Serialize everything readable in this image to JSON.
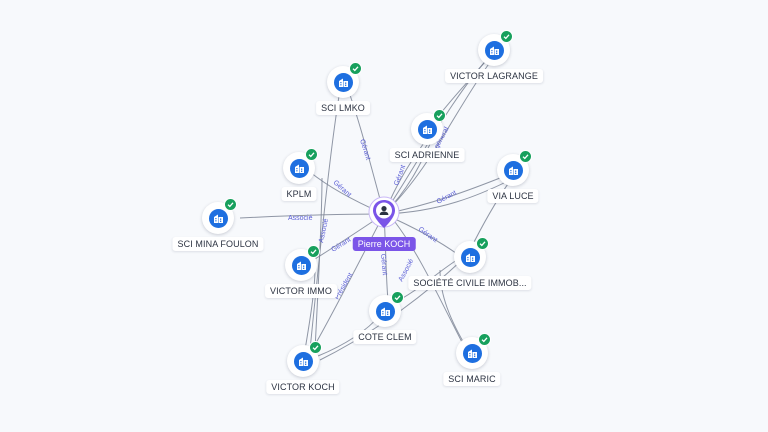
{
  "center": {
    "name": "Pierre KOCH",
    "icon": "person-icon"
  },
  "nodes": [
    {
      "id": "victor-lagrange",
      "label": "VICTOR LAGRANGE",
      "icon": "building-icon",
      "verified": true
    },
    {
      "id": "sci-lmko",
      "label": "SCI LMKO",
      "icon": "building-icon",
      "verified": true
    },
    {
      "id": "sci-adrienne",
      "label": "SCI ADRIENNE",
      "icon": "building-icon",
      "verified": true
    },
    {
      "id": "kplm",
      "label": "KPLM",
      "icon": "building-icon",
      "verified": true
    },
    {
      "id": "via-luce",
      "label": "VIA LUCE",
      "icon": "building-icon",
      "verified": true
    },
    {
      "id": "sci-mina-foulon",
      "label": "SCI MINA FOULON",
      "icon": "building-icon",
      "verified": true
    },
    {
      "id": "victor-immo",
      "label": "VICTOR IMMO",
      "icon": "building-icon",
      "verified": true
    },
    {
      "id": "societe-civile",
      "label": "SOCIÉTÉ CIVILE IMMOB...",
      "icon": "building-icon",
      "verified": true
    },
    {
      "id": "cote-clem",
      "label": "COTE CLEM",
      "icon": "building-icon",
      "verified": true
    },
    {
      "id": "sci-maric",
      "label": "SCI MARIC",
      "icon": "building-icon",
      "verified": true
    },
    {
      "id": "victor-koch",
      "label": "VICTOR KOCH",
      "icon": "building-icon",
      "verified": true
    }
  ],
  "edge_labels": {
    "sci-lmko": "Gérant",
    "kplm": "Gérant",
    "sci-mina-foulon": "Associé",
    "victor-immo": "Gérant",
    "victor-koch": "Président",
    "cote-clem": "Gérant",
    "societe-civile": "Gérant",
    "sci-adrienne": "Gérant",
    "via-luce": "Gérant",
    "victor-lagrange": "Dir. général",
    "victor-koch-immo": "Associé",
    "sci-maric-societe": "Associé"
  },
  "colors": {
    "accent": "#7b55e8",
    "node_blue": "#1e6fe0",
    "verified_green": "#17a05d",
    "edge_label": "#5b5fd6",
    "background": "#f7f9fc"
  }
}
